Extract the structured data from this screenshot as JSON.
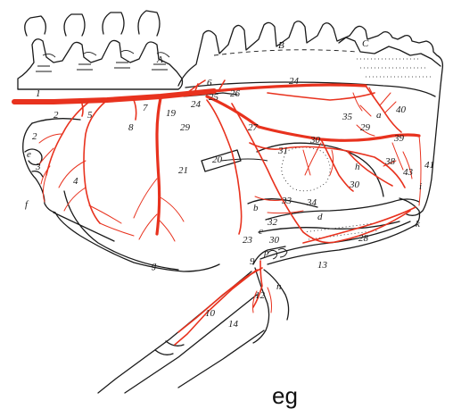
{
  "figure": {
    "caption": "eg",
    "vessel_color": "#e8321e",
    "line_color": "#1a1a1a",
    "labels": [
      "1",
      "2",
      "2",
      "3",
      "4",
      "5",
      "6",
      "7",
      "8",
      "9",
      "10",
      "12",
      "13",
      "14",
      "19",
      "20",
      "21",
      "23",
      "24",
      "24",
      "25",
      "26",
      "27",
      "28",
      "29",
      "29",
      "30",
      "30",
      "30",
      "31",
      "32",
      "33",
      "34",
      "35",
      "38",
      "39",
      "40",
      "41",
      "43",
      "A",
      "B",
      "C",
      "a",
      "b",
      "c",
      "d",
      "e",
      "f",
      "g",
      "h",
      "i",
      "k",
      "n",
      "p"
    ]
  }
}
